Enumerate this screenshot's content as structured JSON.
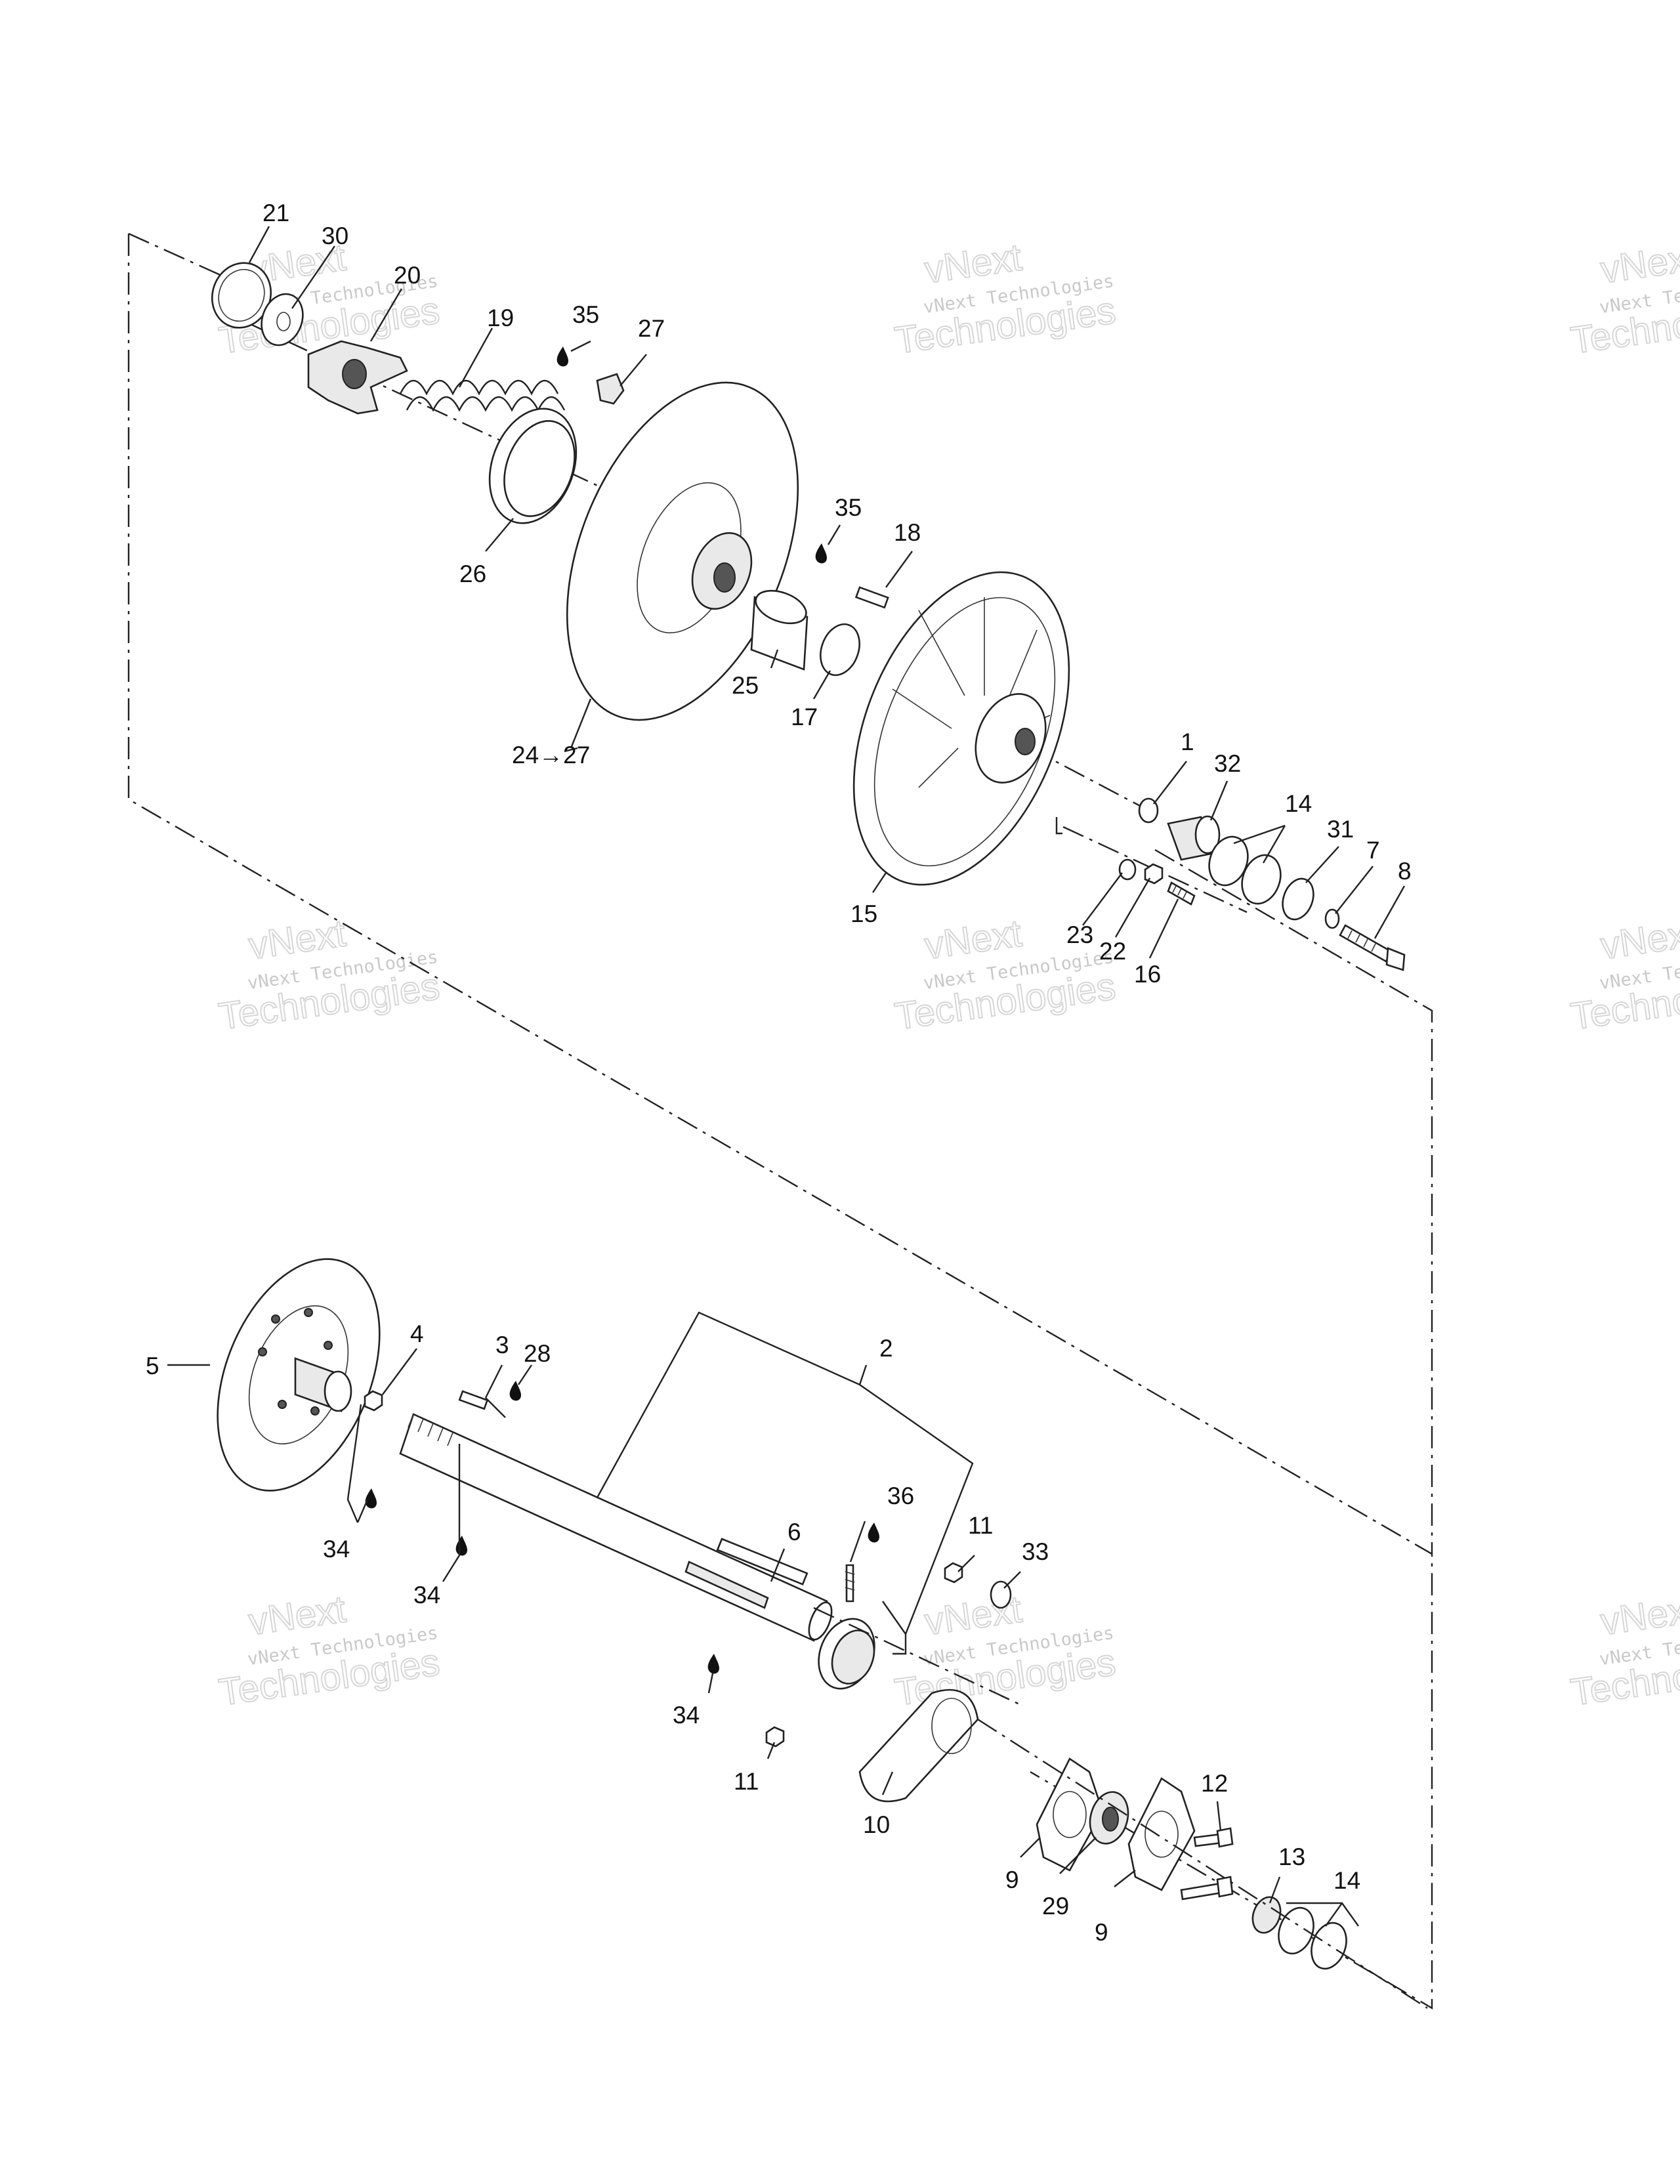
{
  "watermark": {
    "line1": "vNext Technologies",
    "line2": "vNext",
    "line3": "Technologies"
  },
  "labels": {
    "p1": "1",
    "p2": "2",
    "p3": "3",
    "p4": "4",
    "p5": "5",
    "p6": "6",
    "p7": "7",
    "p8": "8",
    "p9a": "9",
    "p9b": "9",
    "p10": "10",
    "p11a": "11",
    "p11b": "11",
    "p12": "12",
    "p13": "13",
    "p14a": "14",
    "p14b": "14",
    "p15": "15",
    "p16": "16",
    "p17": "17",
    "p18": "18",
    "p19": "19",
    "p20": "20",
    "p21": "21",
    "p22": "22",
    "p23": "23",
    "p24": "24→27",
    "p25": "25",
    "p26": "26",
    "p27": "27",
    "p28": "28",
    "p29": "29",
    "p30": "30",
    "p31": "31",
    "p32": "32",
    "p33": "33",
    "p34a": "34",
    "p34b": "34",
    "p34c": "34",
    "p35a": "35",
    "p35b": "35",
    "p36": "36"
  }
}
